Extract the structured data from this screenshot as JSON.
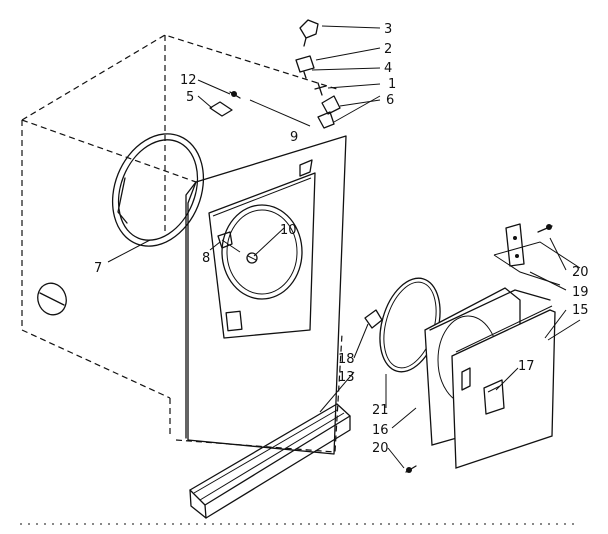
{
  "diagram": {
    "callouts": {
      "c1": "1",
      "c2": "2",
      "c3": "3",
      "c4": "4",
      "c5": "5",
      "c6": "6",
      "c7": "7",
      "c8": "8",
      "c9": "9",
      "c10": "10",
      "c12": "12",
      "c13": "13",
      "c15": "15",
      "c16": "16",
      "c17": "17",
      "c18": "18",
      "c19": "19",
      "c20a": "20",
      "c20b": "20",
      "c21": "21"
    }
  }
}
